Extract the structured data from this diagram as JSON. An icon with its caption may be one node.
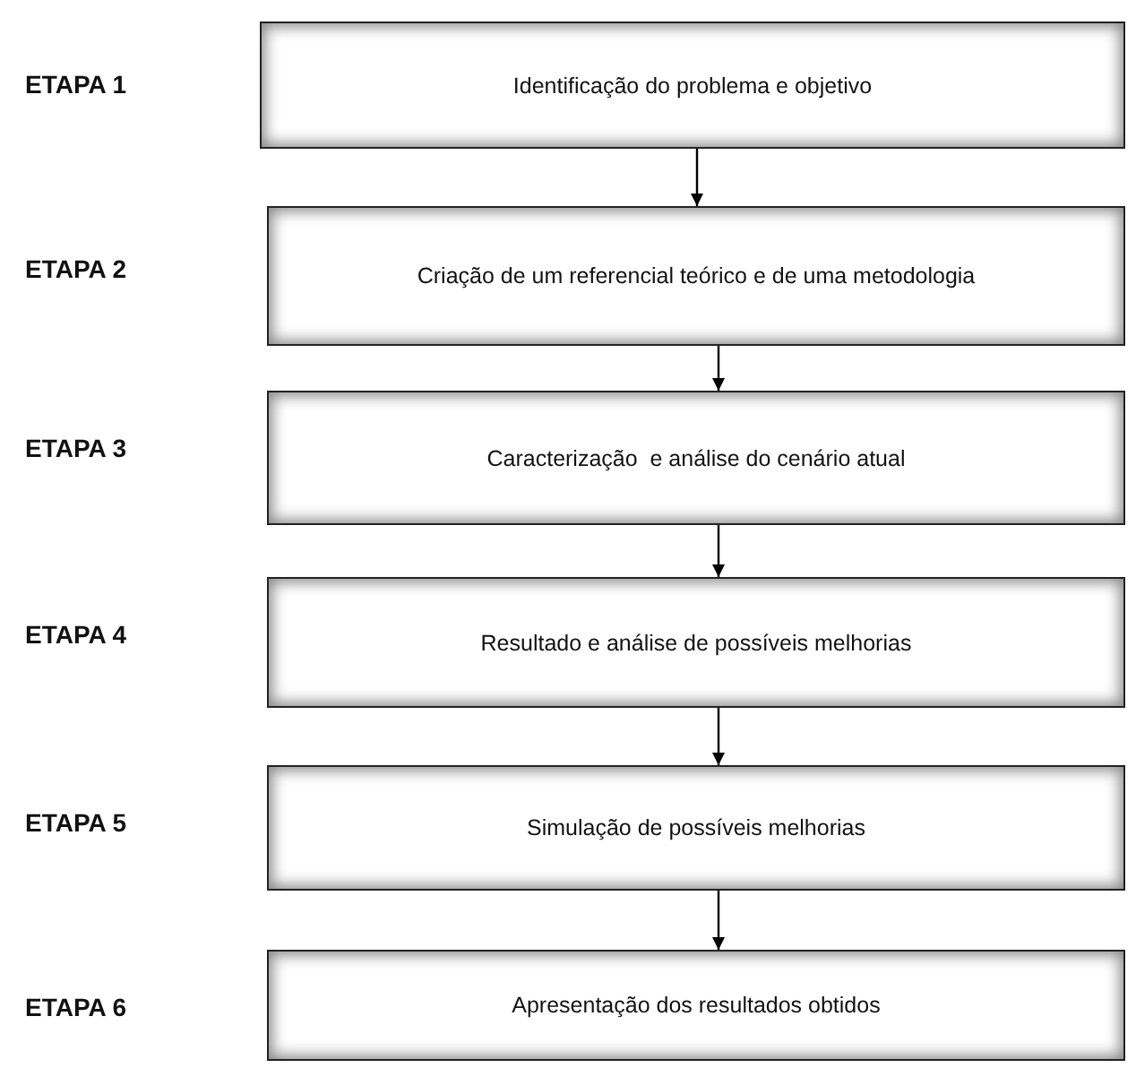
{
  "diagram": {
    "nodes": [
      {
        "text": [
          "Identificação do problema e objetivo"
        ]
      },
      {
        "text": [
          "Criação de um referencial teórico e de uma metodologia"
        ]
      },
      {
        "text": [
          "Caracterização  e análise do cenário atual"
        ]
      },
      {
        "text": [
          "Resultado e análise de possíveis melhorias"
        ]
      },
      {
        "text": [
          "Simulação de possíveis melhorias"
        ]
      },
      {
        "text": [
          "Apresentação dos resultados obtidos"
        ]
      }
    ],
    "edges": [
      {
        "from": 0,
        "to": 1,
        "arrow": "to"
      },
      {
        "from": 1,
        "to": 2,
        "arrow": "to"
      },
      {
        "from": 2,
        "to": 3,
        "arrow": "to"
      },
      {
        "from": 3,
        "to": 4,
        "arrow": "to"
      },
      {
        "from": 4,
        "to": 5,
        "arrow": "to"
      }
    ],
    "labels": [
      "ETAPA 1",
      "ETAPA 2",
      "ETAPA 3",
      "ETAPA 4",
      "ETAPA 5",
      "ETAPA 6"
    ]
  }
}
